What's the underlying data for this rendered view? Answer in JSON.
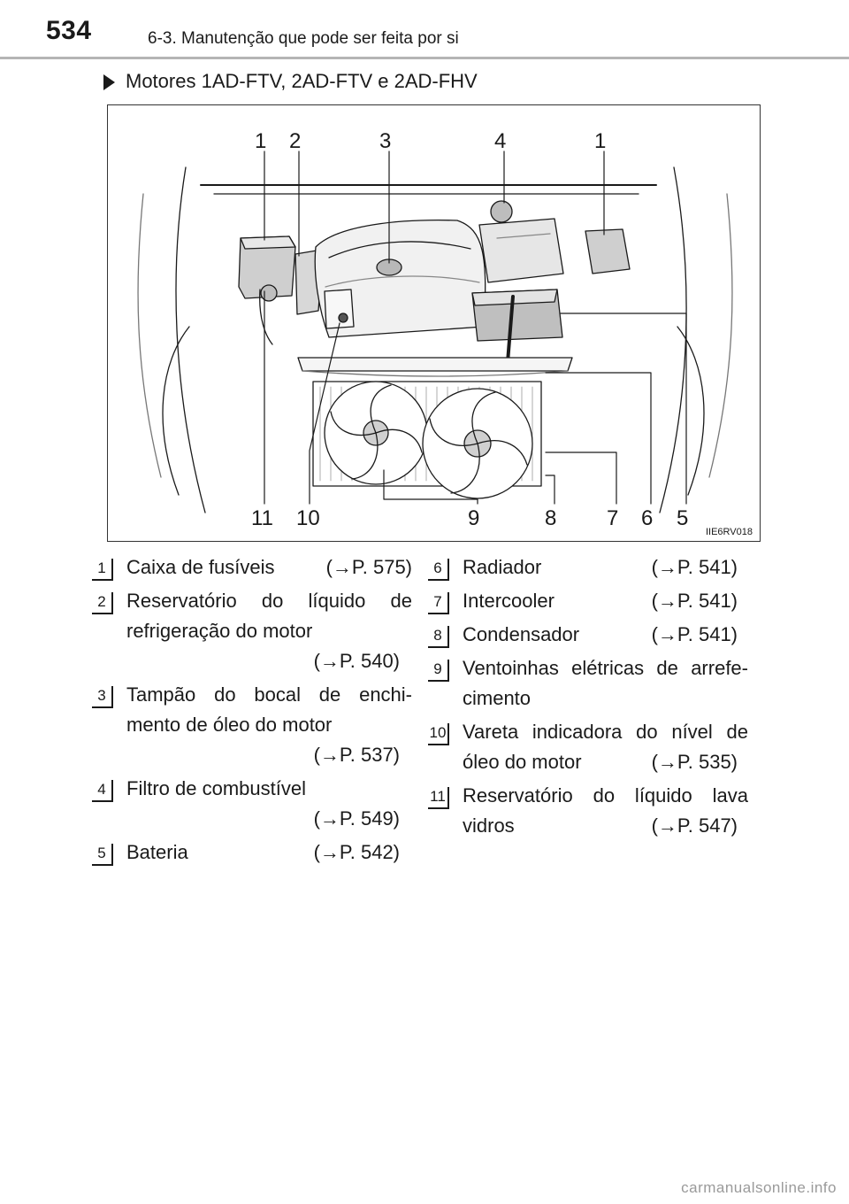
{
  "header": {
    "page_number": "534",
    "section": "6-3. Manutenção que pode ser feita por si"
  },
  "section": {
    "marker_icon": "triangle-right-icon",
    "title": "Motores 1AD-FTV, 2AD-FTV e 2AD-FHV"
  },
  "figure": {
    "code": "IIE6RV018",
    "top_callouts": [
      "1",
      "2",
      "3",
      "4",
      "1"
    ],
    "bottom_callouts": [
      "11",
      "10",
      "9",
      "8",
      "7",
      "6",
      "5"
    ]
  },
  "legend": [
    {
      "num": "1",
      "lines": [
        "Caixa de fusíveis"
      ],
      "ref": "(→P. 575)",
      "ref_inline": true
    },
    {
      "num": "2",
      "lines": [
        "Reservatório do líquido de",
        "refrigeração do motor"
      ],
      "ref": "(→P. 540)",
      "ref_inline": false
    },
    {
      "num": "3",
      "lines": [
        "Tampão do bocal de enchi-",
        "mento de óleo do motor"
      ],
      "ref": "(→P. 537)",
      "ref_inline": false
    },
    {
      "num": "4",
      "lines": [
        "Filtro de combustível"
      ],
      "ref": "(→P. 549)",
      "ref_inline": false
    },
    {
      "num": "5",
      "lines": [
        "Bateria"
      ],
      "ref": "(→P. 542)",
      "ref_inline": true
    },
    {
      "num": "6",
      "lines": [
        "Radiador"
      ],
      "ref": "(→P. 541)",
      "ref_inline": true
    },
    {
      "num": "7",
      "lines": [
        "Intercooler"
      ],
      "ref": "(→P. 541)",
      "ref_inline": true
    },
    {
      "num": "8",
      "lines": [
        "Condensador"
      ],
      "ref": "(→P. 541)",
      "ref_inline": true
    },
    {
      "num": "9",
      "lines": [
        "Ventoinhas elétricas de arrefe-",
        "cimento"
      ],
      "ref": "",
      "ref_inline": true
    },
    {
      "num": "10",
      "lines": [
        "Vareta indicadora do nível de",
        "óleo do motor"
      ],
      "ref": "(→P. 535)",
      "ref_inline": true
    },
    {
      "num": "11",
      "lines": [
        "Reservatório do líquido lava",
        "vidros"
      ],
      "ref": "(→P. 547)",
      "ref_inline": true
    }
  ],
  "watermark": "carmanualsonline.info"
}
